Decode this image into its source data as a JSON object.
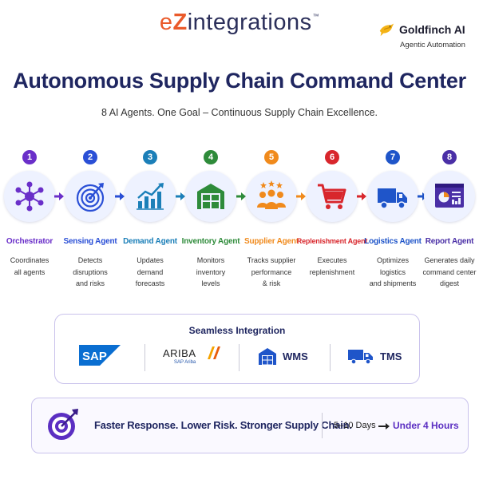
{
  "header": {
    "brand_e": "e",
    "brand_z": "Z",
    "brand_rest": "integrations",
    "brand_tm": "™",
    "partner_name": "Goldfinch AI",
    "partner_tagline": "Agentic Automation"
  },
  "title": "Autonomous Supply Chain Command Center",
  "subtitle": "8 AI Agents. One Goal – Continuous Supply Chain Excellence.",
  "agents": [
    {
      "number": "1",
      "name": "Orchestrator",
      "desc_lines": [
        "Coordinates",
        "all agents"
      ],
      "color": "#6a2fc9",
      "icon": "network-hub-icon"
    },
    {
      "number": "2",
      "name": "Sensing Agent",
      "desc_lines": [
        "Detects",
        "disruptions",
        "and risks"
      ],
      "color": "#2a4fd6",
      "icon": "radar-icon"
    },
    {
      "number": "3",
      "name": "Demand Agent",
      "desc_lines": [
        "Updates",
        "demand",
        "forecasts"
      ],
      "color": "#1b7fb8",
      "icon": "growth-chart-icon"
    },
    {
      "number": "4",
      "name": "Inventory Agent",
      "desc_lines": [
        "Monitors",
        "inventory",
        "levels"
      ],
      "color": "#2e8b3a",
      "icon": "warehouse-icon"
    },
    {
      "number": "5",
      "name": "Supplier Agent",
      "desc_lines": [
        "Tracks supplier",
        "performance",
        "& risk"
      ],
      "color": "#f08a1c",
      "icon": "supplier-group-icon"
    },
    {
      "number": "6",
      "name": "Replenishment Agent",
      "desc_lines": [
        "Executes",
        "replenishment"
      ],
      "color": "#d8262c",
      "icon": "shopping-cart-icon"
    },
    {
      "number": "7",
      "name": "Logistics Agent",
      "desc_lines": [
        "Optimizes",
        "logistics",
        "and shipments"
      ],
      "color": "#1f55c9",
      "icon": "delivery-truck-icon"
    },
    {
      "number": "8",
      "name": "Report Agent",
      "desc_lines": [
        "Generates daily",
        "command center",
        "digest"
      ],
      "color": "#4a2fa6",
      "icon": "dashboard-report-icon"
    }
  ],
  "integration": {
    "title": "Seamless Integration",
    "sap_label": "SAP",
    "ariba_label": "ARIBA",
    "ariba_sub": "SAP Ariba",
    "wms_label": "WMS",
    "tms_label": "TMS"
  },
  "banner": {
    "headline": "Faster Response. Lower Risk. Stronger Supply Chain.",
    "from": "5–10 Days",
    "to": "Under 4 Hours"
  },
  "colors": {
    "navy": "#1f2660",
    "purple_accent": "#5b2fc2",
    "orange_accent": "#ea5a2a",
    "sap_blue": "#0a6ed1"
  }
}
